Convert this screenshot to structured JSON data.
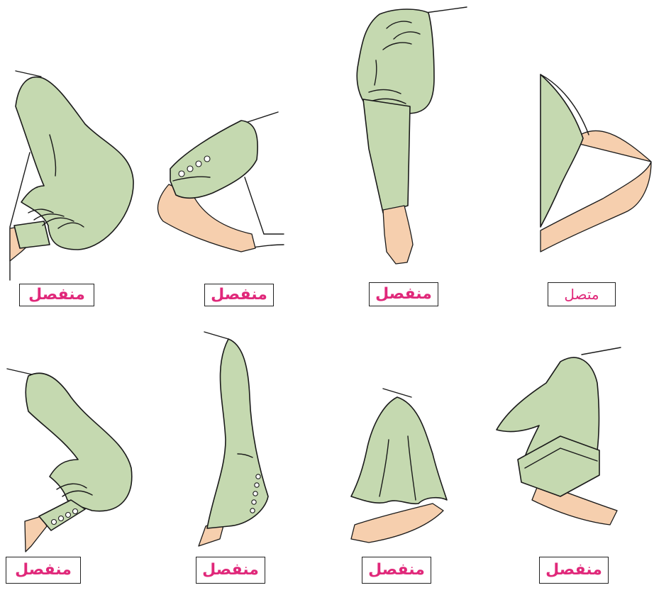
{
  "panels": [
    {
      "id": "r1c1",
      "label": "منفصل"
    },
    {
      "id": "r1c2",
      "label": "منفصل"
    },
    {
      "id": "r1c3",
      "label": "منفصل"
    },
    {
      "id": "r1c4",
      "label": "متصل"
    },
    {
      "id": "r2c1",
      "label": "منفصل"
    },
    {
      "id": "r2c2",
      "label": "منفصل"
    },
    {
      "id": "r2c3",
      "label": "منفصل"
    },
    {
      "id": "r2c4",
      "label": "منفصل"
    }
  ],
  "colors": {
    "fabric": "#c5d9b0",
    "skin": "#f6cfae",
    "label_text": "#e0287a",
    "outline": "#1a1a1a"
  }
}
